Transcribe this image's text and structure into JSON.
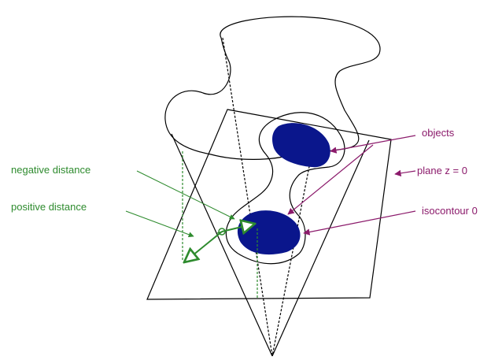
{
  "labels": {
    "objects": "objects",
    "plane": "plane z = 0",
    "isocontour": "isocontour 0",
    "negative_distance": "negative distance",
    "positive_distance": "positive distance"
  },
  "colors": {
    "outline": "#000000",
    "object_fill": "#0a168c",
    "annotation_purple": "#8b1a6b",
    "annotation_green": "#2e8b2e"
  }
}
